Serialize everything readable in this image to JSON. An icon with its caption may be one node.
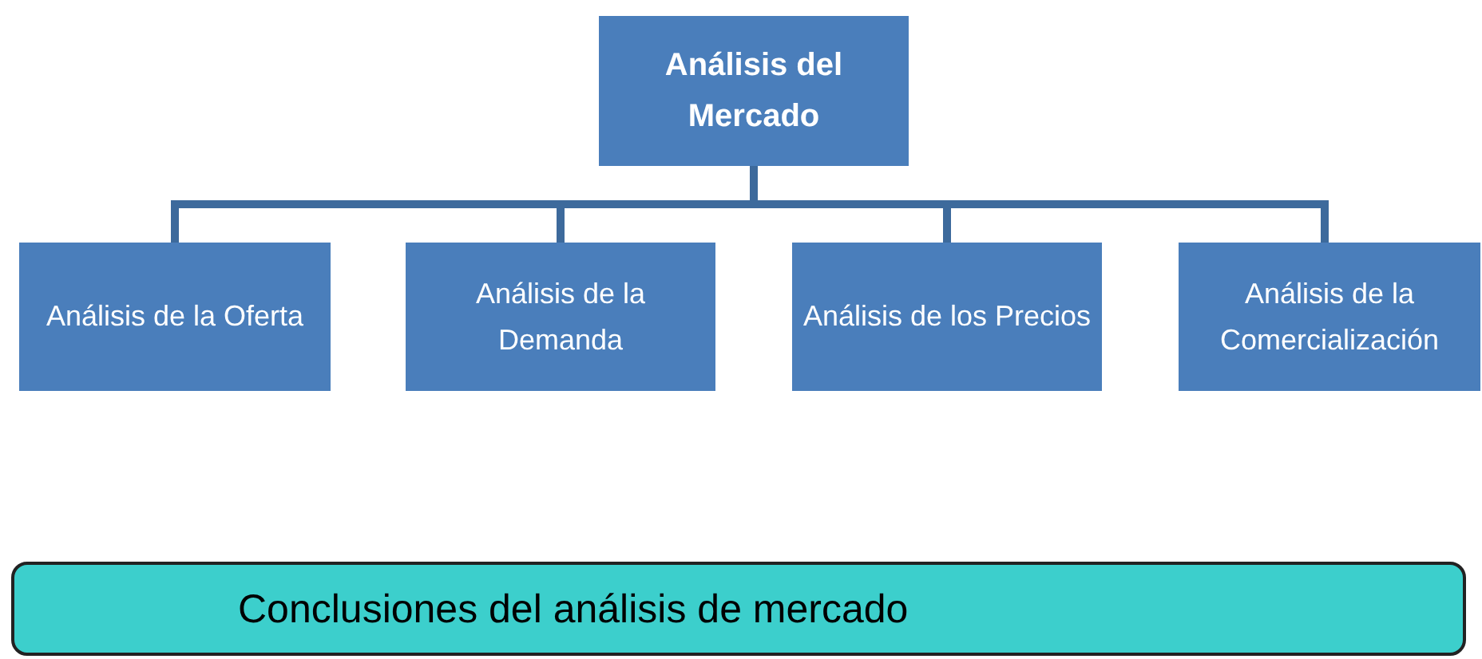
{
  "diagram": {
    "nodes": [
      {
        "text": [
          "Análisis del Mercado"
        ]
      },
      {
        "text": [
          "Análisis de la Oferta"
        ]
      },
      {
        "text": [
          "Análisis de la Demanda"
        ]
      },
      {
        "text": [
          "Análisis de los Precios"
        ]
      },
      {
        "text": [
          "Análisis de la Comercialización"
        ]
      },
      {
        "text": [
          "Conclusiones del análisis de mercado"
        ]
      }
    ],
    "edges": [
      {
        "from": 0,
        "to": 1,
        "arrow": "none"
      },
      {
        "from": 0,
        "to": 2,
        "arrow": "none"
      },
      {
        "from": 0,
        "to": 3,
        "arrow": "none"
      },
      {
        "from": 0,
        "to": 4,
        "arrow": "none"
      }
    ]
  }
}
